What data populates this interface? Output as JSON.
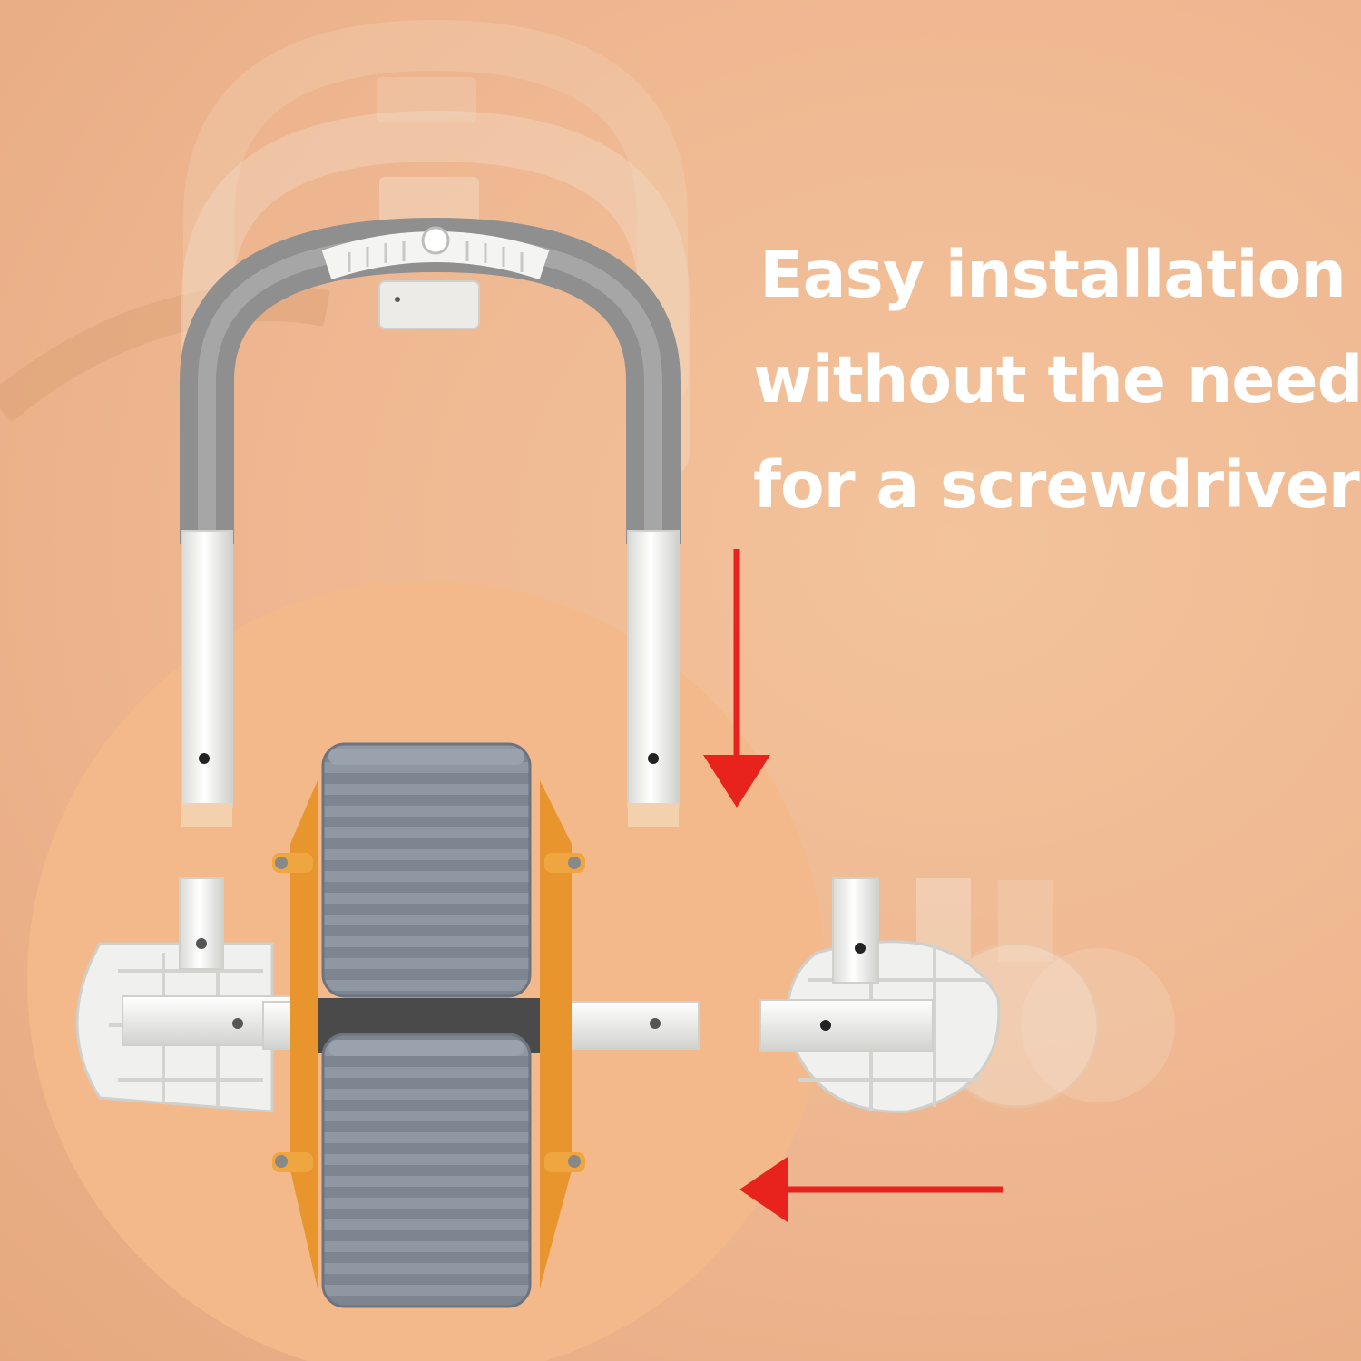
{
  "headline": {
    "line1": "Easy installation",
    "line2": "without the need",
    "line3": "for a screwdriver"
  },
  "colors": {
    "background": "#eeb690",
    "circle": "#f4b98a",
    "arrow": "#e8221c",
    "handle_foam": "#9a9a9a",
    "wheel_foam": "#7d8590",
    "frame": "#e8952e",
    "plastic": "#f2f2f0"
  },
  "icons": {
    "arrow_down": "arrow-down-icon",
    "arrow_left": "arrow-left-icon"
  }
}
